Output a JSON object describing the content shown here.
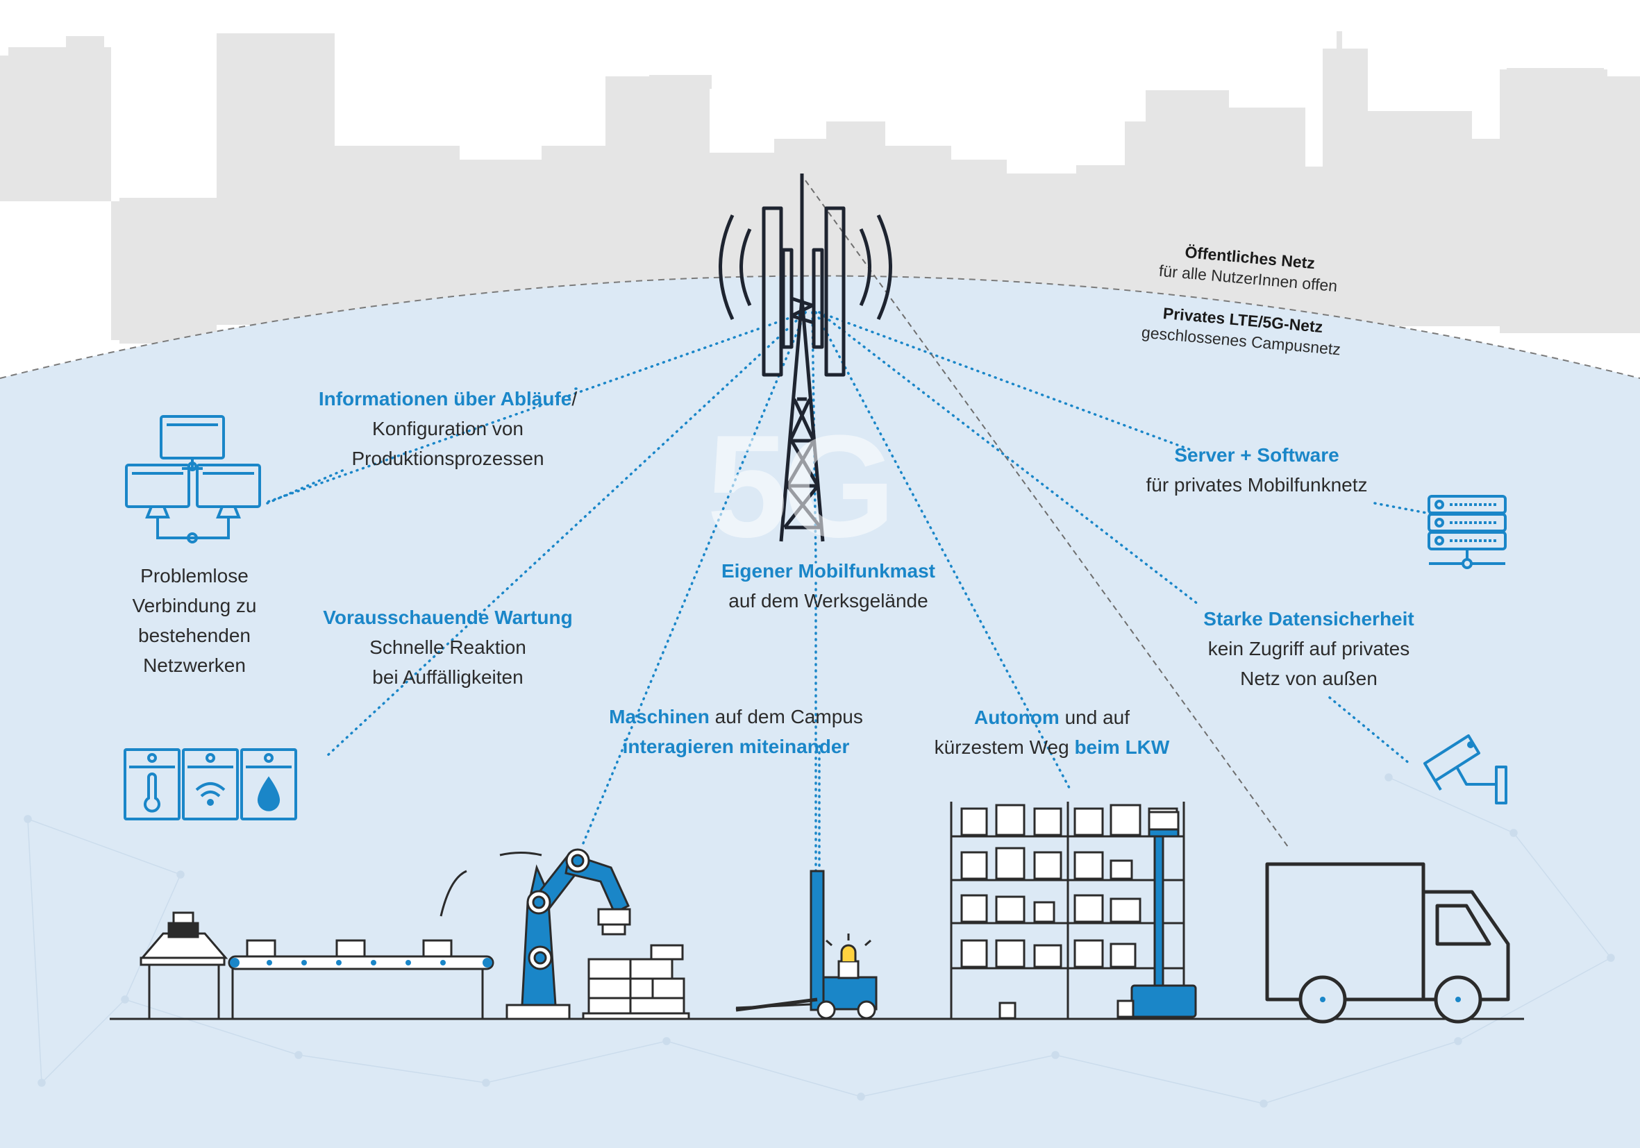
{
  "brand_colors": {
    "blue": "#1a86c8",
    "dark": "#2b2b2b",
    "sky": "#dce9f5",
    "skyline": "#e6e6e6"
  },
  "watermark": "5G",
  "networks": {
    "public": {
      "title": "Öffentliches Netz",
      "sub": "für alle NutzerInnen offen"
    },
    "private": {
      "title": "Privates LTE/5G-Netz",
      "sub": "geschlossenes Campusnetz"
    }
  },
  "labels": {
    "info": {
      "bold": "Informationen über Abläufe",
      "tail": "/",
      "line2": "Konfiguration von",
      "line3": "Produktionsprozessen"
    },
    "connect": {
      "l1": "Problemlose",
      "l2": "Verbindung zu",
      "l3": "bestehenden",
      "l4": "Netzwerken"
    },
    "maint": {
      "bold": "Vorausschauende Wartung",
      "l2": "Schnelle Reaktion",
      "l3": "bei Auffälligkeiten"
    },
    "mast": {
      "bold": "Eigener Mobilfunkmast",
      "l2": "auf dem Werksgelände"
    },
    "machines": {
      "bold1": "Maschinen",
      "tail1": " auf dem Campus",
      "bold2": "interagieren miteinander"
    },
    "autonom": {
      "bold1": "Autonom",
      "tail1": " und auf",
      "pre2": "kürzestem Weg ",
      "bold2": "beim LKW"
    },
    "server": {
      "bold": "Server + Software",
      "l2": "für privates Mobilfunknetz"
    },
    "security": {
      "bold": "Starke Datensicherheit",
      "l2": "kein Zugriff auf privates",
      "l3": "Netz von außen"
    }
  },
  "icons": [
    "monitor-network-icon",
    "thermometer-icon",
    "wifi-icon",
    "water-drop-icon",
    "server-rack-icon",
    "security-camera-icon",
    "cell-tower-icon",
    "robot-arm-icon",
    "forklift-icon",
    "agv-robot-icon",
    "truck-icon",
    "conveyor-icon",
    "shelf-icon"
  ]
}
